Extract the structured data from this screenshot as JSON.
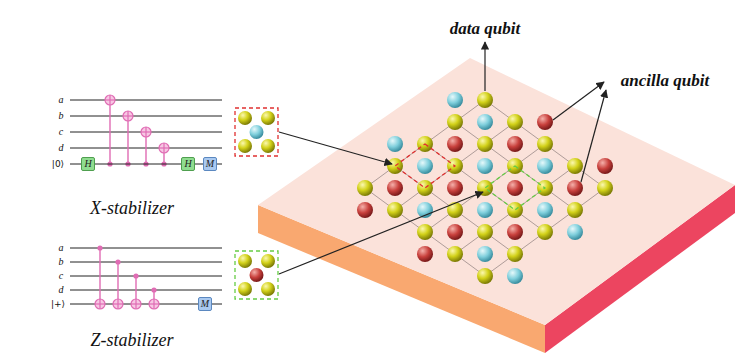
{
  "diagram": {
    "nodes": [
      {
        "text": [
          "H"
        ]
      },
      {
        "text": [
          "H"
        ]
      },
      {
        "text": [
          "M"
        ]
      },
      {
        "text": [
          "M"
        ]
      }
    ],
    "edges": [
      {
        "from": 0,
        "to": 1,
        "arrow": "none"
      },
      {
        "from": 1,
        "to": 2,
        "arrow": "none"
      }
    ],
    "labels": [
      "data qubit",
      "ancilla qubit",
      "a",
      "b",
      "c",
      "d",
      "|0⟩",
      "X-stabilizer",
      "a",
      "b",
      "c",
      "d",
      "|+⟩",
      "Z-stabilizer"
    ]
  }
}
